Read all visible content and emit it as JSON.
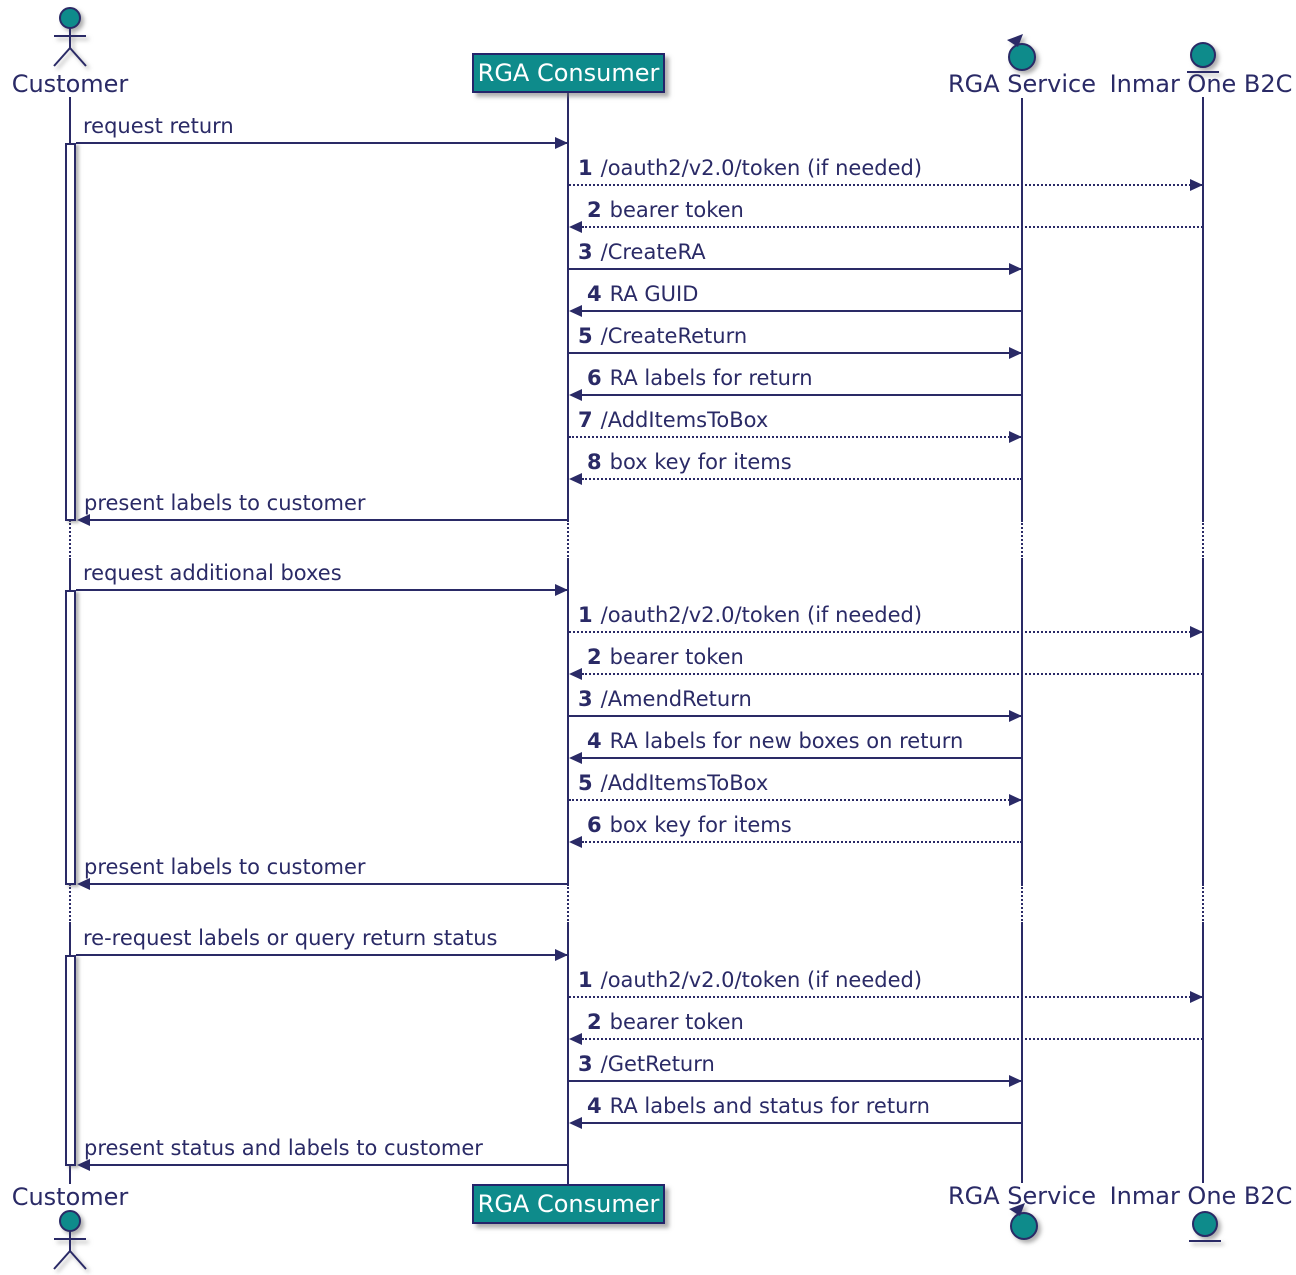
{
  "colors": {
    "teal": "#0e8b8b",
    "navy": "#2a2a66",
    "box-border": "#24246a"
  },
  "participants": {
    "customer": {
      "label": "Customer",
      "type": "actor"
    },
    "consumer": {
      "label": "RGA Consumer",
      "type": "participant"
    },
    "service": {
      "label": "RGA Service",
      "type": "control"
    },
    "b2c": {
      "label": "Inmar One B2C",
      "type": "entity"
    }
  },
  "sections": [
    {
      "trigger": "request return",
      "messages": [
        {
          "num": "1",
          "text": "/oauth2/v2.0/token (if needed)"
        },
        {
          "num": "2",
          "text": "bearer token"
        },
        {
          "num": "3",
          "text": "/CreateRA"
        },
        {
          "num": "4",
          "text": "RA GUID"
        },
        {
          "num": "5",
          "text": "/CreateReturn"
        },
        {
          "num": "6",
          "text": "RA labels for return"
        },
        {
          "num": "7",
          "text": "/AddItemsToBox"
        },
        {
          "num": "8",
          "text": "box key for items"
        }
      ],
      "closing": "present labels to customer"
    },
    {
      "trigger": "request additional boxes",
      "messages": [
        {
          "num": "1",
          "text": "/oauth2/v2.0/token (if needed)"
        },
        {
          "num": "2",
          "text": "bearer token"
        },
        {
          "num": "3",
          "text": "/AmendReturn"
        },
        {
          "num": "4",
          "text": "RA labels for new boxes on return"
        },
        {
          "num": "5",
          "text": "/AddItemsToBox"
        },
        {
          "num": "6",
          "text": "box key for items"
        }
      ],
      "closing": "present labels to customer"
    },
    {
      "trigger": "re-request labels or query return status",
      "messages": [
        {
          "num": "1",
          "text": "/oauth2/v2.0/token (if needed)"
        },
        {
          "num": "2",
          "text": "bearer token"
        },
        {
          "num": "3",
          "text": "/GetReturn"
        },
        {
          "num": "4",
          "text": "RA labels and status for return"
        }
      ],
      "closing": "present status and labels to customer"
    }
  ]
}
